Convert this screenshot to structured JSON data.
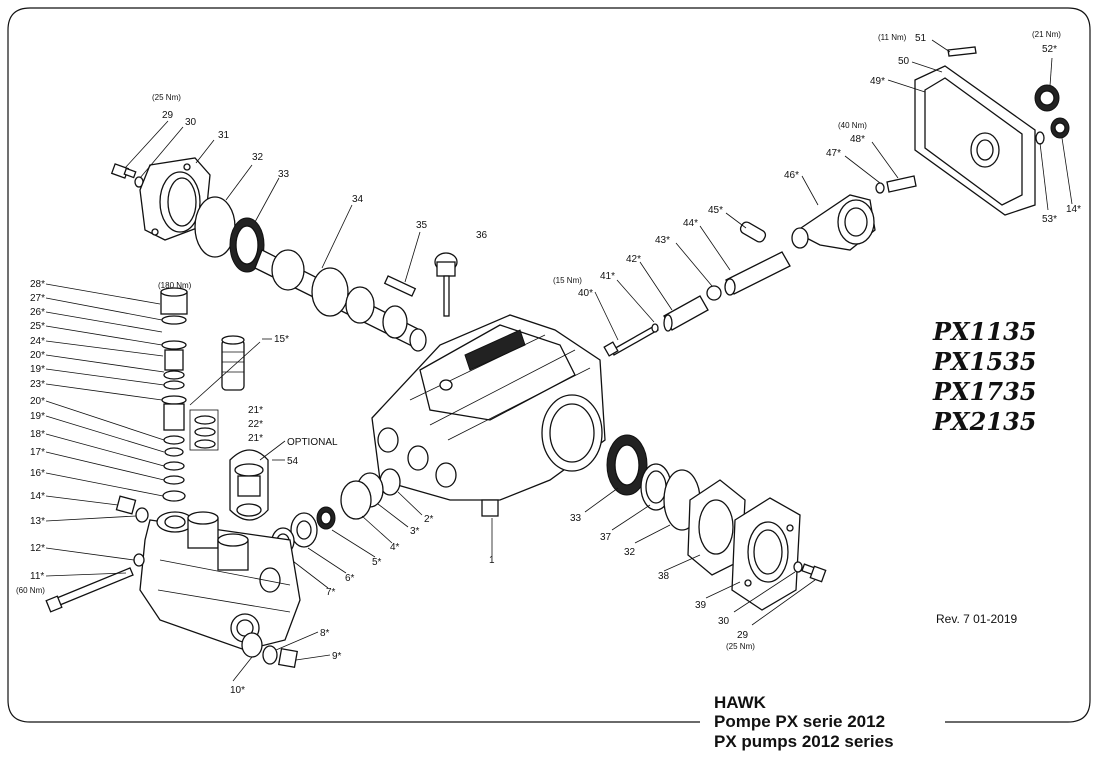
{
  "models": [
    "PX1135",
    "PX1535",
    "PX1735",
    "PX2135"
  ],
  "revision": "Rev. 7 01-2019",
  "title": {
    "brand": "HAWK",
    "line_it": "Pompe PX serie 2012",
    "line_en": "PX pumps 2012 series"
  },
  "optional_label": "OPTIONAL",
  "torques": {
    "t25_top": "(25 Nm)",
    "t180": "(180 Nm)",
    "t60": "(60 Nm)",
    "t15": "(15 Nm)",
    "t40": "(40 Nm)",
    "t11": "(11 Nm)",
    "t21": "(21 Nm)",
    "t25_bottom": "(25 Nm)"
  },
  "callouts": {
    "c29a": "29",
    "c30a": "30",
    "c31": "31",
    "c32a": "32",
    "c33a": "33",
    "c34": "34",
    "c35": "35",
    "c36": "36",
    "c28": "28*",
    "c27": "27*",
    "c26": "26*",
    "c25": "25*",
    "c24": "24*",
    "c20a": "20*",
    "c19a": "19*",
    "c23": "23*",
    "c20b": "20*",
    "c19b": "19*",
    "c18": "18*",
    "c17": "17*",
    "c16": "16*",
    "c14a": "14*",
    "c13": "13*",
    "c12": "12*",
    "c11": "11*",
    "c15": "15*",
    "c21a": "21*",
    "c22": "22*",
    "c21b": "21*",
    "c54": "54",
    "c2": "2*",
    "c3": "3*",
    "c4": "4*",
    "c5": "5*",
    "c6": "6*",
    "c7": "7*",
    "c8": "8*",
    "c9": "9*",
    "c10": "10*",
    "c1": "1",
    "c40": "40*",
    "c41": "41*",
    "c42": "42*",
    "c43": "43*",
    "c44": "44*",
    "c45": "45*",
    "c46": "46*",
    "c47": "47*",
    "c48": "48*",
    "c49": "49*",
    "c50": "50",
    "c51": "51",
    "c52": "52*",
    "c53": "53*",
    "c14b": "14*",
    "c33b": "33",
    "c37": "37",
    "c32b": "32",
    "c38": "38",
    "c39": "39",
    "c30b": "30",
    "c29b": "29"
  }
}
